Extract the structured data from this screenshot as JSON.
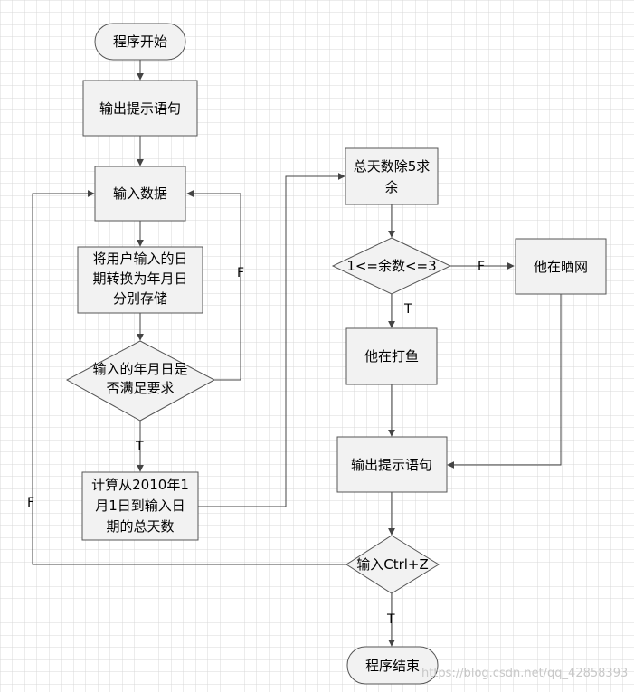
{
  "nodes": {
    "start": "程序开始",
    "print_prompt_1": "输出提示语句",
    "input_data": "输入数据",
    "store_date": [
      "将用户输入的日",
      "期转换为年月日",
      "分别存储"
    ],
    "check_date": [
      "输入的年月日是",
      "否满足要求"
    ],
    "compute_days": [
      "计算从2010年1",
      "月1日到输入日",
      "期的总天数"
    ],
    "mod5": [
      "总天数除5求",
      "余"
    ],
    "check_mod": "1<=余数<=3",
    "fishing": "他在打鱼",
    "drying_net": "他在晒网",
    "print_prompt_2": "输出提示语句",
    "check_ctrlz": "输入Ctrl+Z",
    "end": "程序结束"
  },
  "edge_labels": {
    "check_date_false": "F",
    "check_date_true": "T",
    "check_mod_false": "F",
    "check_mod_true": "T",
    "check_ctrlz_false": "F",
    "check_ctrlz_true": "T"
  },
  "watermark": "https://blog.csdn.net/qq_42858393",
  "colors": {
    "shape_fill": "#f2f2f2",
    "shape_stroke": "#555555",
    "edge": "#444444",
    "grid": "#d9d9d9",
    "background": "#ffffff"
  }
}
